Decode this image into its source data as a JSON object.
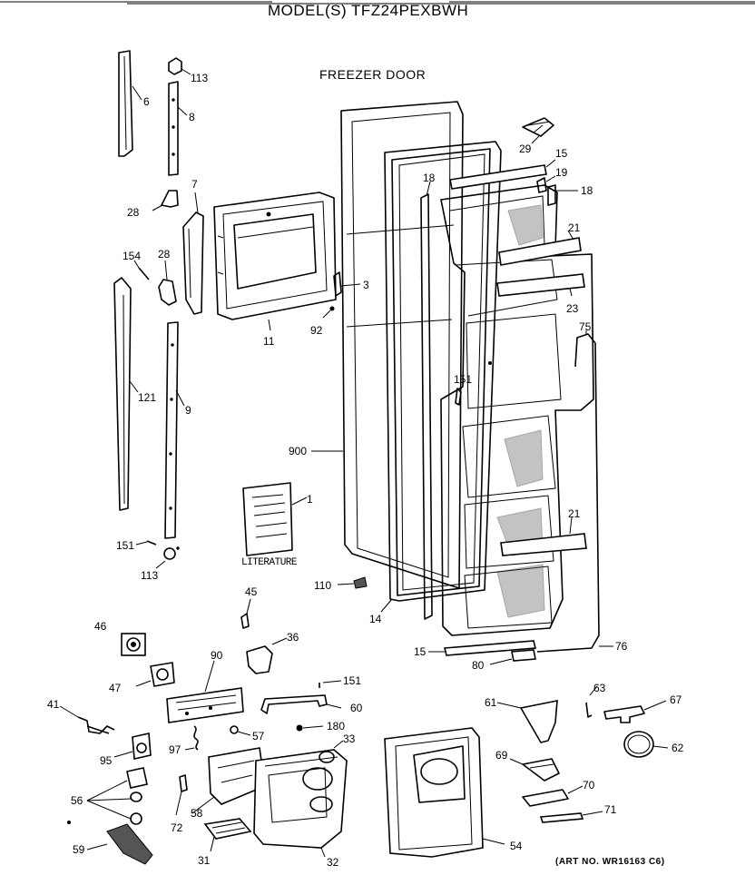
{
  "title": "MODEL(S) TFZ24PEXBWH",
  "section_title": "FREEZER DOOR",
  "literature_label": "LITERATURE",
  "art_number": "(ART NO. WR16163 C6)",
  "part_numbers": {
    "p6": "6",
    "p8": "8",
    "p113a": "113",
    "p113b": "113",
    "p7": "7",
    "p28a": "28",
    "p28b": "28",
    "p154": "154",
    "p121": "121",
    "p9": "9",
    "p151a": "151",
    "p151b": "151",
    "p151c": "151",
    "p11": "11",
    "p92": "92",
    "p3": "3",
    "p900": "900",
    "p1": "1",
    "p110": "110",
    "p14": "14",
    "p18a": "18",
    "p18b": "18",
    "p29": "29",
    "p15a": "15",
    "p15b": "15",
    "p19": "19",
    "p21a": "21",
    "p21b": "21",
    "p23": "23",
    "p75": "75",
    "p76": "76",
    "p80": "80",
    "p45": "45",
    "p46": "46",
    "p36": "36",
    "p47": "47",
    "p90": "90",
    "p41": "41",
    "p60": "60",
    "p57": "57",
    "p180": "180",
    "p95": "95",
    "p97": "97",
    "p33": "33",
    "p56": "56",
    "p58": "58",
    "p72": "72",
    "p59": "59",
    "p31": "31",
    "p32": "32",
    "p54": "54",
    "p61": "61",
    "p63": "63",
    "p67": "67",
    "p62": "62",
    "p69": "69",
    "p70": "70",
    "p71": "71"
  }
}
